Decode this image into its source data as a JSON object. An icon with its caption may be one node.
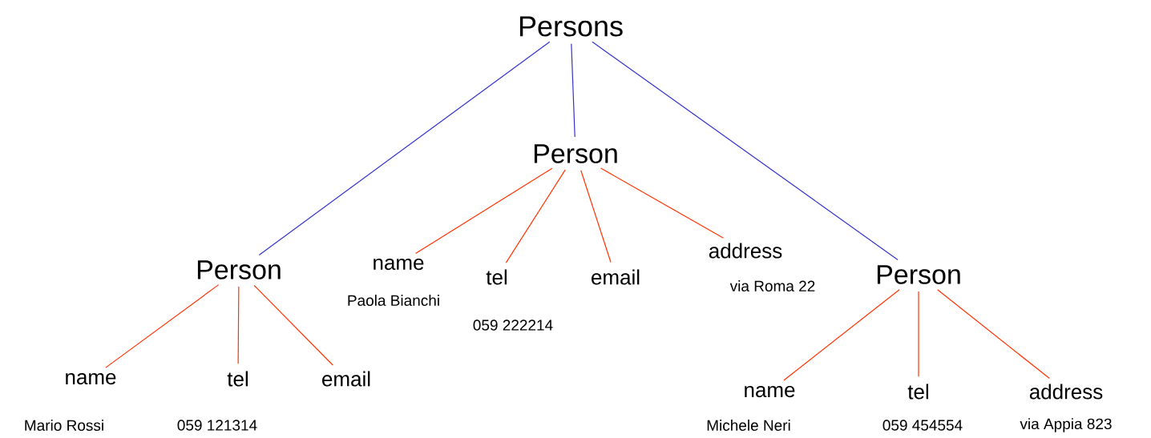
{
  "diagram": {
    "nodes": [
      {
        "text": [
          "Persons"
        ]
      },
      {
        "text": [
          "Person"
        ]
      },
      {
        "text": [
          "Person"
        ]
      },
      {
        "text": [
          "Person"
        ]
      },
      {
        "text": [
          "name"
        ],
        "beside": [
          "Paola Bianchi"
        ]
      },
      {
        "text": [
          "tel"
        ],
        "beside": [
          "059 222214"
        ]
      },
      {
        "text": [
          "email"
        ]
      },
      {
        "text": [
          "address"
        ],
        "beside": [
          "via Roma 22"
        ]
      },
      {
        "text": [
          "name"
        ],
        "beside": [
          "Mario Rossi"
        ]
      },
      {
        "text": [
          "tel"
        ],
        "beside": [
          "059 121314"
        ]
      },
      {
        "text": [
          "email"
        ]
      },
      {
        "text": [
          "name"
        ],
        "beside": [
          "Michele Neri"
        ]
      },
      {
        "text": [
          "tel"
        ],
        "beside": [
          "059 454554"
        ]
      },
      {
        "text": [
          "address"
        ],
        "beside": [
          "via Appia 823"
        ]
      }
    ],
    "edges": [
      {
        "from": 0,
        "to": 2,
        "arrow": "none",
        "color": "#3333cc"
      },
      {
        "from": 0,
        "to": 1,
        "arrow": "none",
        "color": "#3333cc"
      },
      {
        "from": 0,
        "to": 3,
        "arrow": "none",
        "color": "#3333cc"
      },
      {
        "from": 1,
        "to": 4,
        "arrow": "none"
      },
      {
        "from": 1,
        "to": 5,
        "arrow": "none"
      },
      {
        "from": 1,
        "to": 6,
        "arrow": "none"
      },
      {
        "from": 1,
        "to": 7,
        "arrow": "none"
      },
      {
        "from": 2,
        "to": 8,
        "arrow": "none"
      },
      {
        "from": 2,
        "to": 9,
        "arrow": "none"
      },
      {
        "from": 2,
        "to": 10,
        "arrow": "none"
      },
      {
        "from": 3,
        "to": 11,
        "arrow": "none"
      },
      {
        "from": 3,
        "to": 12,
        "arrow": "none"
      },
      {
        "from": 3,
        "to": 13,
        "arrow": "none"
      }
    ]
  }
}
